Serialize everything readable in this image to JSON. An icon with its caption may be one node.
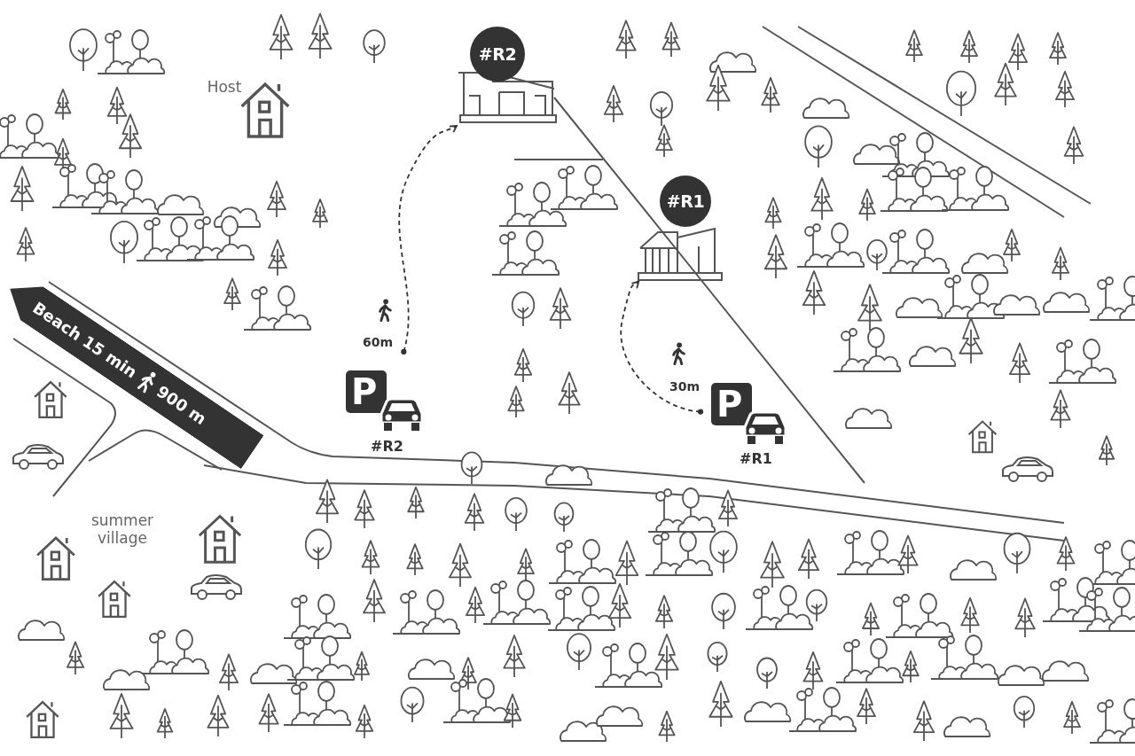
{
  "diagram": {
    "nodes": [
      {
        "text": [
          "#R2"
        ]
      },
      {
        "text": [
          "#R1"
        ]
      },
      {
        "text": [
          "P"
        ],
        "beside": [
          "#R2"
        ]
      },
      {
        "text": [
          "P"
        ],
        "beside": [
          "#R1"
        ]
      },
      {
        "text": [
          "Beach 15 min",
          "900 m"
        ]
      }
    ],
    "edges": [
      {
        "from": 2,
        "to": 0,
        "arrow": "to",
        "label": "60m",
        "style": "dashed"
      },
      {
        "from": 3,
        "to": 1,
        "arrow": "to",
        "label": "30m",
        "style": "dashed"
      }
    ],
    "labels": [
      "Host",
      "summer village"
    ]
  }
}
